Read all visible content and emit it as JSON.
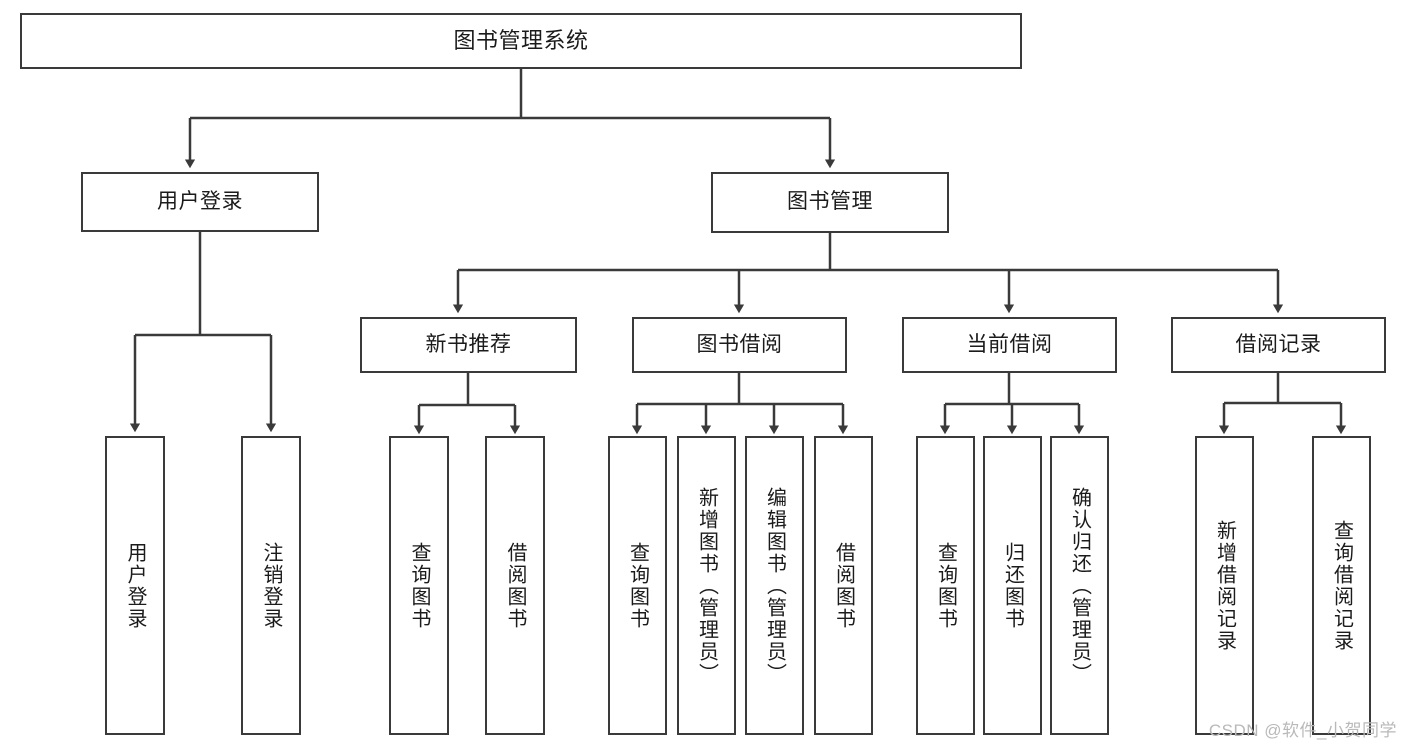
{
  "diagram": {
    "type": "tree-hierarchy-chart",
    "title": "图书管理系统",
    "stroke_color": "#3a3a3a",
    "text_color": "#1b1b1b",
    "background_color": "#ffffff",
    "nodes": {
      "root": {
        "label": "图书管理系统",
        "level": 0
      },
      "l1": [
        {
          "id": "user-login",
          "label": "用户登录"
        },
        {
          "id": "book-manage",
          "label": "图书管理"
        }
      ],
      "l2": [
        {
          "id": "new-book-recommend",
          "label": "新书推荐",
          "parent": "book-manage"
        },
        {
          "id": "book-borrow",
          "label": "图书借阅",
          "parent": "book-manage"
        },
        {
          "id": "current-borrow",
          "label": "当前借阅",
          "parent": "book-manage"
        },
        {
          "id": "borrow-record",
          "label": "借阅记录",
          "parent": "book-manage"
        }
      ],
      "leaves": {
        "user_login": [
          {
            "id": "leaf-user-login",
            "label": "用户登录"
          },
          {
            "id": "leaf-logout-login",
            "label": "注销登录"
          }
        ],
        "new_book_recommend": [
          {
            "id": "leaf-query-book-1",
            "label": "查询图书"
          },
          {
            "id": "leaf-borrow-book-1",
            "label": "借阅图书"
          }
        ],
        "book_borrow": [
          {
            "id": "leaf-query-book-2",
            "label": "查询图书"
          },
          {
            "id": "leaf-add-book",
            "label": "新增图书（管理员）"
          },
          {
            "id": "leaf-edit-book",
            "label": "编辑图书（管理员）"
          },
          {
            "id": "leaf-borrow-book-2",
            "label": "借阅图书"
          }
        ],
        "current_borrow": [
          {
            "id": "leaf-query-book-3",
            "label": "查询图书"
          },
          {
            "id": "leaf-return-book",
            "label": "归还图书"
          },
          {
            "id": "leaf-confirm-return",
            "label": "确认归还（管理员）"
          }
        ],
        "borrow_record": [
          {
            "id": "leaf-add-record",
            "label": "新增借阅记录"
          },
          {
            "id": "leaf-query-record",
            "label": "查询借阅记录"
          }
        ]
      }
    }
  },
  "watermark": {
    "text": "CSDN @软件_小贺同学"
  }
}
